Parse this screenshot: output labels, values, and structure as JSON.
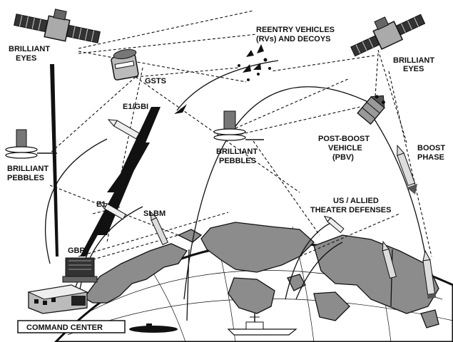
{
  "labels": {
    "brilliant_eyes_left_1": "BRILLIANT",
    "brilliant_eyes_left_2": "EYES",
    "brilliant_eyes_right_1": "BRILLIANT",
    "brilliant_eyes_right_2": "EYES",
    "reentry_1": "REENTRY VEHICLES",
    "reentry_2": "(RVs) AND DECOYS",
    "gsts": "GSTS",
    "e1_gbi": "E1/GBI",
    "brilliant_pebbles_left_1": "BRILLIANT",
    "brilliant_pebbles_left_2": "PEBBLES",
    "brilliant_pebbles_center_1": "BRILLIANT",
    "brilliant_pebbles_center_2": "PEBBLES",
    "pbv_1": "POST-BOOST",
    "pbv_2": "VEHICLE",
    "pbv_3": "(PBV)",
    "boost_1": "BOOST",
    "boost_2": "PHASE",
    "theater_1": "US / ALLIED",
    "theater_2": "THEATER DEFENSES",
    "e1": "E1",
    "slbm": "SLBM",
    "gbrt": "GBRT",
    "command_center": "COMMAND CENTER"
  }
}
